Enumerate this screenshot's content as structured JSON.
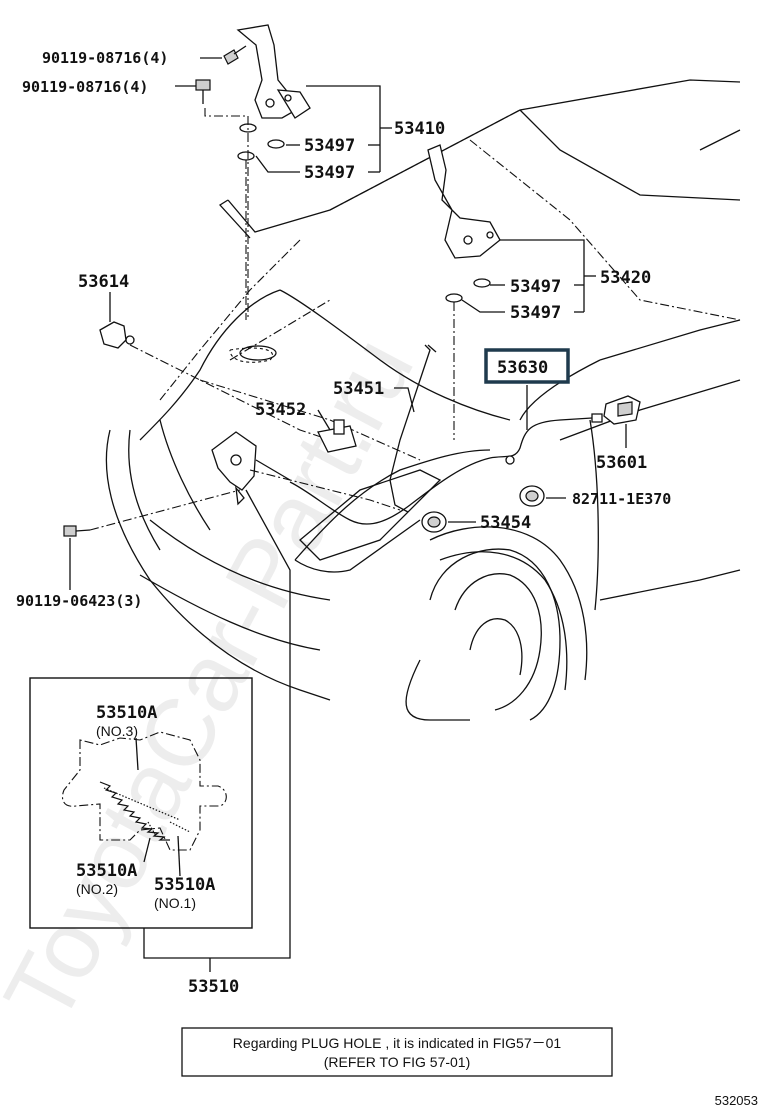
{
  "watermark": "ToyotaCar-Part.ru",
  "parts": {
    "bolt_a": "90119-08716(4)",
    "bolt_b": "90119-08716(4)",
    "hinge_assy_rh": "53410",
    "cushion_1": "53497",
    "cushion_2": "53497",
    "hinge_assy_lh": "53420",
    "cushion_3": "53497",
    "cushion_4": "53497",
    "support_rod_holder": "53614",
    "lock_control_cable": "53630",
    "support_rod": "53451",
    "striker": "53452",
    "release_lever": "53601",
    "grommet": "82711-1E370",
    "rod_holder": "53454",
    "bolt_c": "90119-06423(3)",
    "lock_assy": "53510"
  },
  "detail_box": {
    "spring_no3": "53510A",
    "spring_no3_sub": "(NO.3)",
    "spring_no2": "53510A",
    "spring_no2_sub": "(NO.2)",
    "spring_no1": "53510A",
    "spring_no1_sub": "(NO.1)"
  },
  "note": {
    "line1": "Regarding  PLUG  HOLE  , it  is  indicated  in  FIG57－01",
    "line2": "(REFER TO FIG  57-01)"
  },
  "figure_ref": "532053",
  "colors": {
    "line": "#111111",
    "highlight_box": "#1f3a4d",
    "watermark": "#d9d9d9"
  }
}
